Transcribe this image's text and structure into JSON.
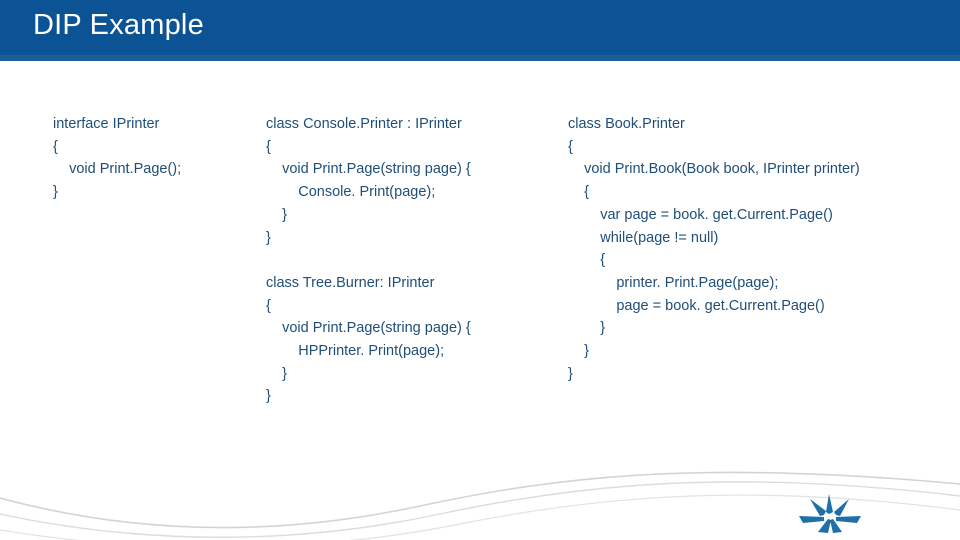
{
  "slide": {
    "title": "DIP Example",
    "header_color": "#0b5394",
    "text_color": "#1f4e79",
    "background_color": "#ffffff"
  },
  "columns": [
    {
      "name": "interface-column",
      "blocks": [
        {
          "lines": [
            "interface IPrinter",
            "{",
            "    void Print.Page();",
            "}"
          ]
        }
      ]
    },
    {
      "name": "console-printer-column",
      "blocks": [
        {
          "lines": [
            "class Console.Printer : IPrinter",
            "{",
            "    void Print.Page(string page) {",
            "        Console. Print(page);",
            "    }",
            "}"
          ]
        },
        {
          "lines": [
            "class Tree.Burner: IPrinter",
            "{",
            "    void Print.Page(string page) {",
            "        HPPrinter. Print(page);",
            "    }",
            "}"
          ]
        }
      ]
    },
    {
      "name": "book-printer-column",
      "blocks": [
        {
          "lines": [
            "class Book.Printer",
            "{",
            "    void Print.Book(Book book, IPrinter printer)",
            "    {",
            "        var page = book. get.Current.Page()",
            "        while(page != null)",
            "        {",
            "            printer. Print.Page(page);",
            "            page = book. get.Current.Page()",
            "        }",
            "    }",
            "}"
          ]
        }
      ]
    }
  ],
  "decoration": {
    "swoosh_color": "#d0d0d0",
    "logo_color": "#1f6fa8",
    "logo_name": "starburst-logo"
  }
}
